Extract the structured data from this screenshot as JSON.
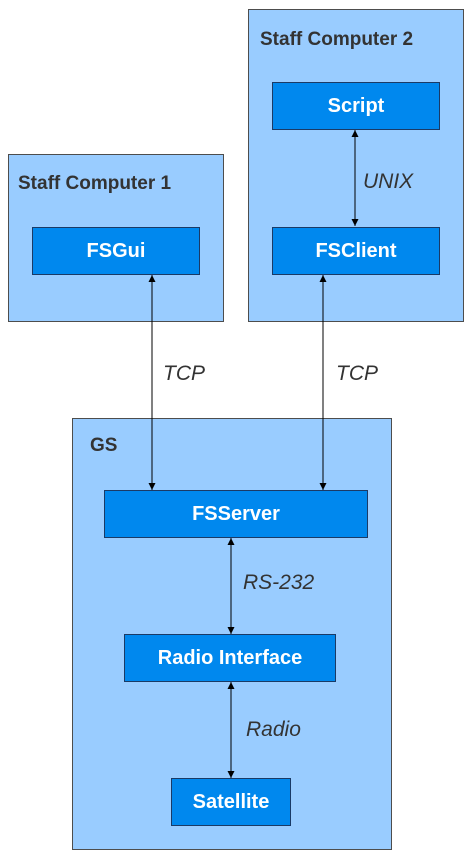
{
  "groups": {
    "staff_computer_1": {
      "title": "Staff Computer 1"
    },
    "staff_computer_2": {
      "title": "Staff Computer 2"
    },
    "gs": {
      "title": "GS"
    }
  },
  "nodes": {
    "fsgui": "FSGui",
    "script": "Script",
    "fsclient": "FSClient",
    "fsserver": "FSServer",
    "radio_interface": "Radio Interface",
    "satellite": "Satellite"
  },
  "edges": {
    "script_fsclient": "UNIX",
    "fsgui_fsserver": "TCP",
    "fsclient_fsserver": "TCP",
    "fsserver_radio_interface": "RS-232",
    "radio_interface_satellite": "Radio"
  },
  "colors": {
    "group_fill": "#99ccff",
    "node_fill": "#0088ee",
    "node_text": "#ffffff",
    "label_text": "#333333"
  }
}
